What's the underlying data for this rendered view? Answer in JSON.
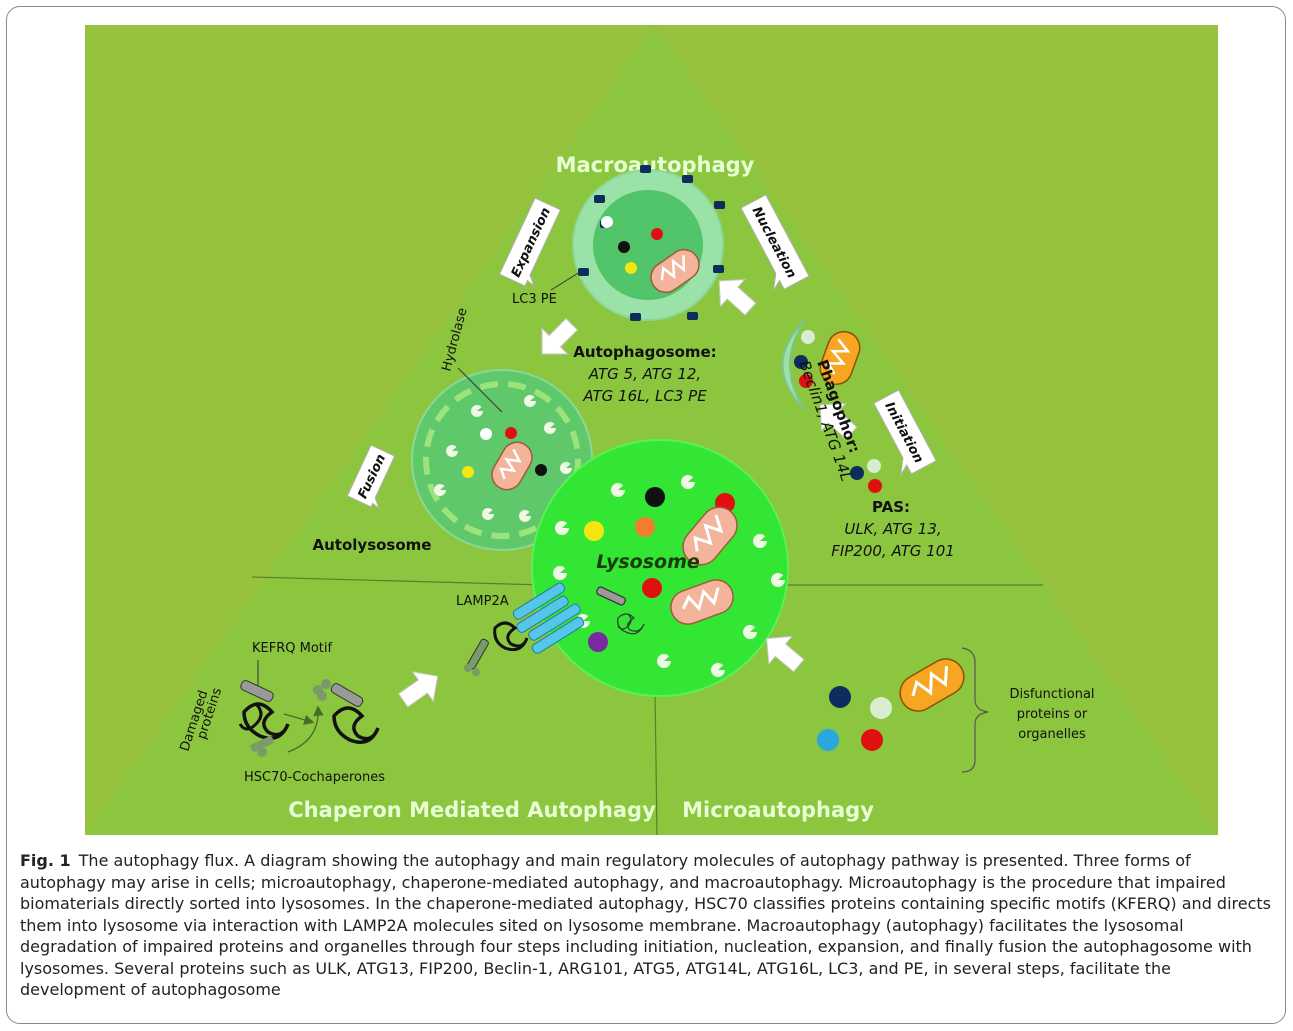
{
  "colors": {
    "background": "#97c23d",
    "triangle": "#8cc63f",
    "outer_ring": "#9be2a8",
    "inner_vesicle": "#52c46a",
    "lysosome": "#33e633",
    "autolysosome": "#5ec86b",
    "membrane_marker": "#0d2d5e",
    "arrow_fill": "#ffffff",
    "mito_orange": "#f6a623",
    "mito_salmon": "#f2b49a"
  },
  "diagram": {
    "sections": {
      "macro": "Macroautophagy",
      "cma": "Chaperon Mediated Autophagy",
      "micro": "Microautophagy"
    },
    "steps": {
      "expansion": "Expansion",
      "nucleation": "Nucleation",
      "initiation": "Initiation",
      "fusion": "Fusion"
    },
    "labels": {
      "lc3pe": "LC3 PE",
      "hydrolase": "Hydrolase",
      "autophagosome_title": "Autophagosome:",
      "autophagosome_line1": "ATG 5, ATG 12,",
      "autophagosome_line2": "ATG 16L, LC3 PE",
      "phagophor_title": "Phagophor:",
      "phagophor_line": "Beclin1, ATG 14L",
      "pas_title": "PAS:",
      "pas_line1": "ULK, ATG 13,",
      "pas_line2": "FIP200, ATG 101",
      "autolysosome": "Autolysosome",
      "lysosome": "Lysosome",
      "lamp2a": "LAMP2A",
      "kefrq": "KEFRQ Motif",
      "damaged1": "Damaged",
      "damaged2": "proteins",
      "hsc70": "HSC70-Cochaperones",
      "disf1": "Disfunctional",
      "disf2": "proteins or",
      "disf3": "organelles"
    }
  },
  "caption": {
    "label": "Fig. 1",
    "text": "The autophagy flux. A diagram showing the autophagy and main regulatory molecules of autophagy pathway is presented. Three forms of autophagy may arise in cells; microautophagy, chaperone-mediated autophagy, and macroautophagy. Microautophagy is the procedure that impaired biomaterials directly sorted into lysosomes. In the chaperone-mediated autophagy, HSC70 classifies proteins containing specific motifs (KFERQ) and directs them into lysosome via interaction with LAMP2A molecules sited on lysosome membrane. Macroautophagy (autophagy) facilitates the lysosomal degradation of impaired proteins and organelles through four steps including initiation, nucleation, expansion, and finally fusion the autophagosome with lysosomes. Several proteins such as ULK, ATG13, FIP200, Beclin-1, ARG101, ATG5, ATG14L, ATG16L, LC3, and PE, in several steps, facilitate the development of autophagosome"
  }
}
